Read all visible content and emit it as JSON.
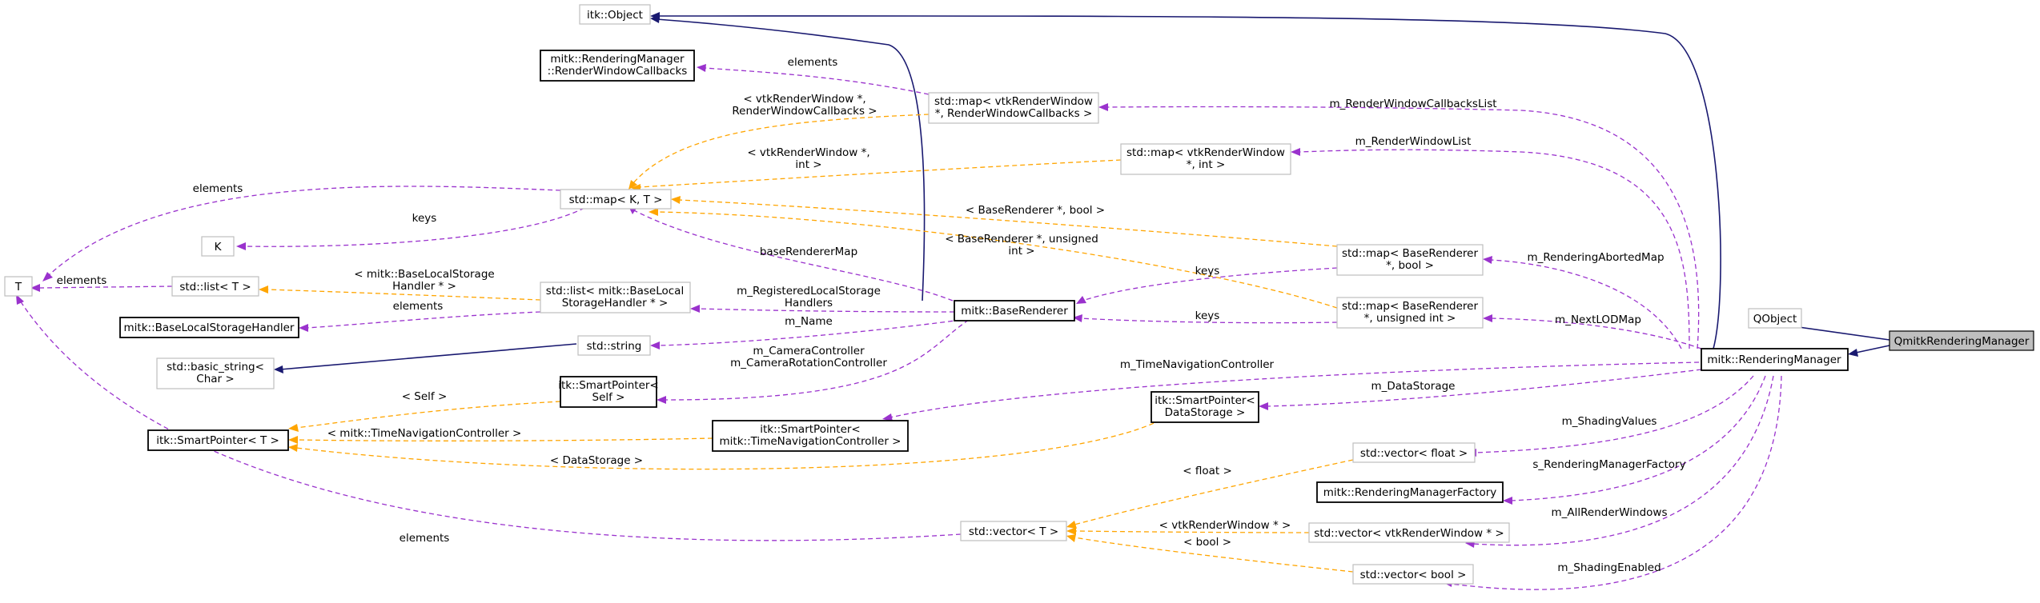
{
  "nodes": {
    "qmitk_rm": "QmitkRenderingManager",
    "qobject": "QObject",
    "mitk_rm": "mitk::RenderingManager",
    "itk_object": "itk::Object",
    "rwc_1": "mitk::RenderingManager",
    "rwc_2": "::RenderWindowCallbacks",
    "map_vtk_cb_1": "std::map< vtkRenderWindow",
    "map_vtk_cb_2": "*, RenderWindowCallbacks >",
    "map_vtk_int_1": "std::map< vtkRenderWindow",
    "map_vtk_int_2": "*, int >",
    "map_kt": "std::map< K, T >",
    "k": "K",
    "t": "T",
    "list_t": "std::list< T >",
    "list_bls_1": "std::list< mitk::BaseLocal",
    "list_bls_2": "StorageHandler * >",
    "bls_handler": "mitk::BaseLocalStorageHandler",
    "base_renderer": "mitk::BaseRenderer",
    "map_br_bool_1": "std::map< BaseRenderer",
    "map_br_bool_2": "*, bool >",
    "map_br_uint_1": "std::map< BaseRenderer",
    "map_br_uint_2": "*, unsigned int >",
    "std_string": "std::string",
    "basic_string_1": "std::basic_string<",
    "basic_string_2": "Char >",
    "sp_self_1": "itk::SmartPointer<",
    "sp_self_2": "Self >",
    "sp_t": "itk::SmartPointer< T >",
    "sp_tnc_1": "itk::SmartPointer<",
    "sp_tnc_2": "mitk::TimeNavigationController >",
    "sp_ds_1": "itk::SmartPointer<",
    "sp_ds_2": "DataStorage >",
    "vec_float": "std::vector< float >",
    "rm_factory": "mitk::RenderingManagerFactory",
    "vec_t": "std::vector< T >",
    "vec_vtk": "std::vector< vtkRenderWindow * >",
    "vec_bool": "std::vector< bool >"
  },
  "labels": {
    "elements_rwc": "elements",
    "tmpl_vtk_cb_1": "< vtkRenderWindow *,",
    "tmpl_vtk_cb_2": "RenderWindowCallbacks >",
    "tmpl_vtk_int_1": "< vtkRenderWindow *,",
    "tmpl_vtk_int_2": "int >",
    "m_rwcl": "m_RenderWindowCallbacksList",
    "m_rwl": "m_RenderWindowList",
    "elements_map_t": "elements",
    "keys_map_k": "keys",
    "tmpl_br_bool": "< BaseRenderer *, bool >",
    "tmpl_br_uint_1": "< BaseRenderer *, unsigned",
    "tmpl_br_uint_2": "int >",
    "base_renderer_map": "baseRendererMap",
    "m_rendering_aborted_map": "m_RenderingAbortedMap",
    "keys_br_bool": "keys",
    "keys_br_uint": "keys",
    "m_next_lod_map": "m_NextLODMap",
    "elements_list_t": "elements",
    "tmpl_bls_1": "< mitk::BaseLocalStorage",
    "tmpl_bls_2": "Handler * >",
    "m_rlsh_1": "m_RegisteredLocalStorage",
    "m_rlsh_2": "Handlers",
    "elements_bls": "elements",
    "m_name": "m_Name",
    "m_cc_1": "m_CameraController",
    "m_cc_2": "m_CameraRotationController",
    "m_tnc": "m_TimeNavigationController",
    "m_ds": "m_DataStorage",
    "tmpl_self": "< Self >",
    "tmpl_tnc": "< mitk::TimeNavigationController >",
    "tmpl_ds": "< DataStorage >",
    "m_shading_values": "m_ShadingValues",
    "s_rmf": "s_RenderingManagerFactory",
    "tmpl_float": "< float >",
    "tmpl_vtk": "< vtkRenderWindow * >",
    "tmpl_bool": "< bool >",
    "m_arw": "m_AllRenderWindows",
    "m_shading_enabled": "m_ShadingEnabled",
    "elements_vec_t": "elements"
  },
  "colors": {
    "association": "#9a32cd",
    "template": "#ffa500",
    "inheritance": "#191970",
    "node_border_gray": "#bfbfbf",
    "node_border_black": "#000000",
    "focus_fill": "#bfbfbf"
  }
}
